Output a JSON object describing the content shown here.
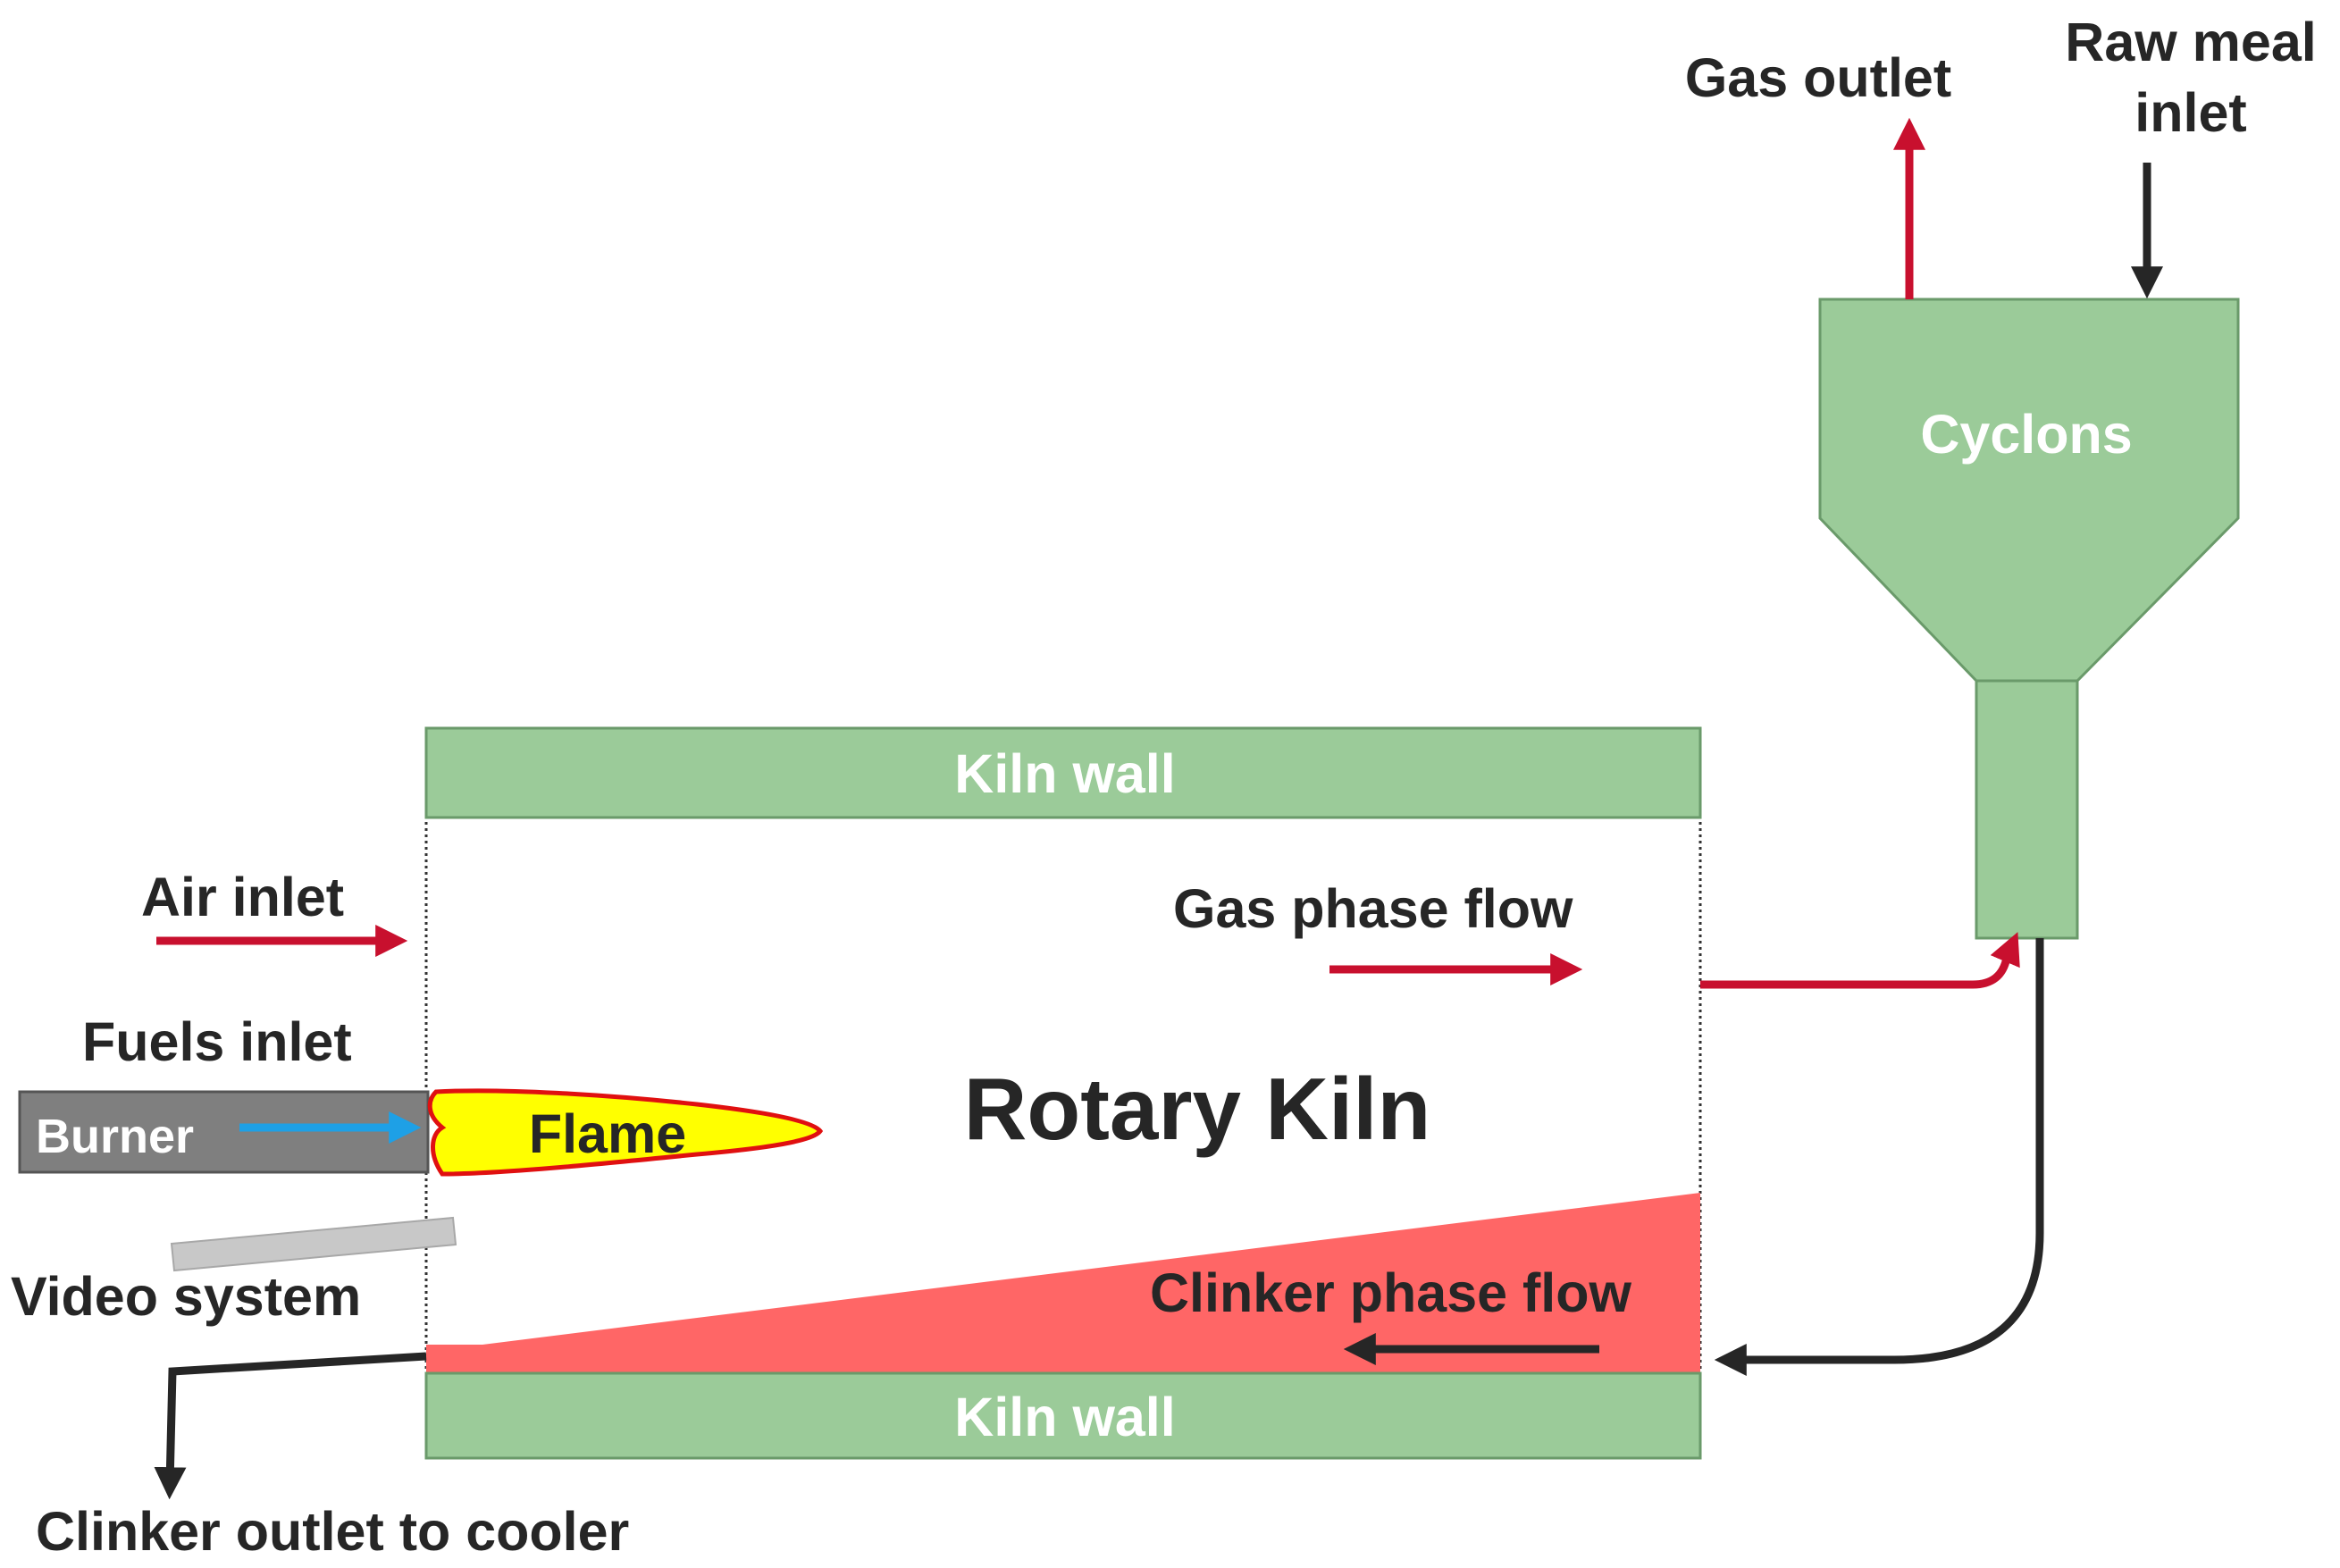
{
  "labels": {
    "title": "Rotary Kiln",
    "kiln_wall_top": "Kiln wall",
    "kiln_wall_bottom": "Kiln wall",
    "air_inlet": "Air inlet",
    "fuels_inlet": "Fuels inlet",
    "burner": "Burner",
    "flame": "Flame",
    "video_system": "Video system",
    "gas_phase_flow": "Gas phase flow",
    "clinker_phase_flow": "Clinker phase flow",
    "clinker_outlet": "Clinker outlet to cooler",
    "gas_outlet": "Gas outlet",
    "raw_meal_inlet_line1": "Raw meal",
    "raw_meal_inlet_line2": "inlet",
    "cyclons": "Cyclons"
  },
  "colors": {
    "wall_fill": "#9bcb99",
    "wall_stroke": "#6a9a6a",
    "gas_arrow": "#c8102e",
    "dark_arrow": "#262626",
    "clinker_bed": "#ff6666",
    "flame_fill": "#ffff00",
    "flame_stroke": "#e01010",
    "burner_fill": "#7f7f7f",
    "fuel_arrow": "#1ea0e6",
    "video_fill": "#c8c8c8"
  }
}
